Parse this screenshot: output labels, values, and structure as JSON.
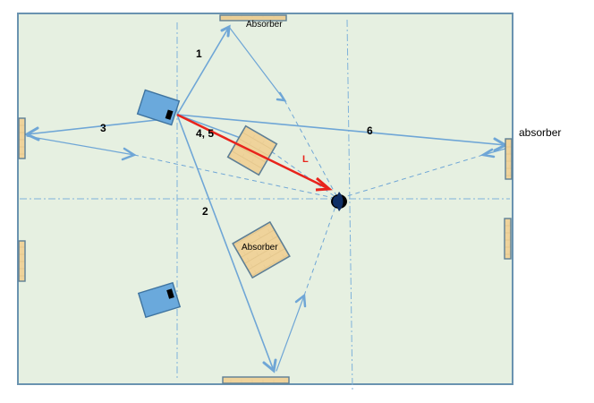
{
  "diagram": {
    "title": "Room acoustic reflection layout",
    "colors": {
      "room_fill": "#e6f0e1",
      "room_border": "#6a93b0",
      "ray": "#6fa6d6",
      "direct_path": "#e8241c",
      "speaker_fill": "#6aa9dc",
      "speaker_border": "#3f74a0",
      "absorber_fill": "#efd39b",
      "absorber_border": "#5e7f95",
      "guide": "#7fb2da",
      "listener": "#0f2f66"
    },
    "labels": {
      "top_absorber": "Absorber",
      "center_absorber": "Absorber",
      "right_absorber": "absorber",
      "ray_1": "1",
      "ray_2": "2",
      "ray_3": "3",
      "ray_45": "4, 5",
      "ray_6": "6",
      "direct": "L"
    },
    "nodes": [
      {
        "id": "speaker-left-front",
        "type": "speaker"
      },
      {
        "id": "speaker-left-rear",
        "type": "speaker"
      },
      {
        "id": "listener",
        "type": "listener"
      },
      {
        "id": "absorber-top",
        "type": "absorber"
      },
      {
        "id": "absorber-bottom",
        "type": "absorber"
      },
      {
        "id": "absorber-left-upper",
        "type": "absorber"
      },
      {
        "id": "absorber-left-lower",
        "type": "absorber"
      },
      {
        "id": "absorber-right-upper",
        "type": "absorber"
      },
      {
        "id": "absorber-right-lower",
        "type": "absorber"
      },
      {
        "id": "absorber-center-upper",
        "type": "absorber"
      },
      {
        "id": "absorber-center-lower",
        "type": "absorber"
      }
    ],
    "edges": [
      {
        "from": "speaker-left-front",
        "to": "absorber-top",
        "label": "1"
      },
      {
        "from": "speaker-left-front",
        "to": "absorber-bottom",
        "label": "2"
      },
      {
        "from": "speaker-left-front",
        "to": "absorber-left-upper",
        "label": "3"
      },
      {
        "from": "speaker-left-front",
        "to": "absorber-center-upper",
        "label": "4, 5"
      },
      {
        "from": "speaker-left-front",
        "to": "absorber-right-upper",
        "label": "6"
      },
      {
        "from": "speaker-left-front",
        "to": "listener",
        "label": "L"
      }
    ]
  }
}
